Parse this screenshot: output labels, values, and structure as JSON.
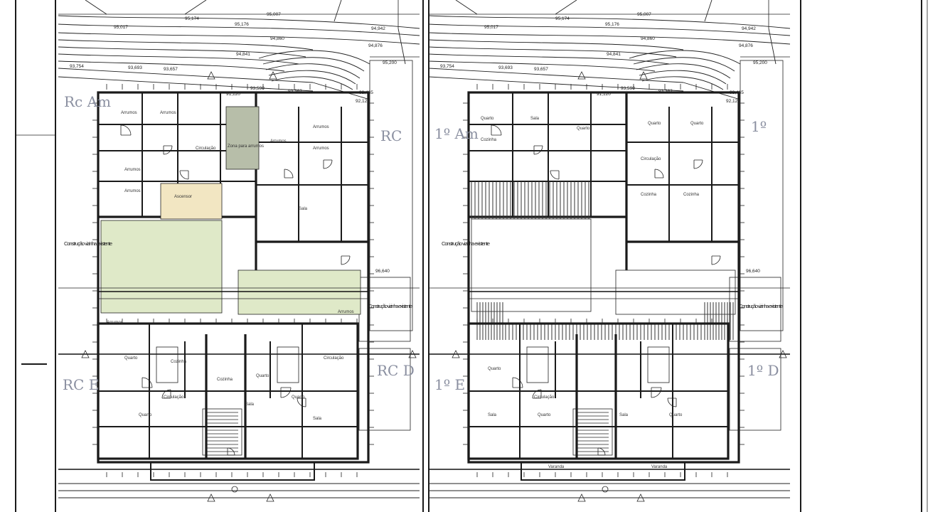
{
  "colors": {
    "green_area": "#dfe9c8",
    "dark_area": "#b7bea9",
    "paper": "#ffffff",
    "line": "#1a1a1a",
    "pencil": "#8a8fa0"
  },
  "sheets": [
    {
      "handwritten": {
        "top_left": "Rc Am",
        "top_right": "RC",
        "bottom_left": "RC E",
        "bottom_right": "RC D"
      },
      "neighbor_left": "Construção vizinha existente",
      "neighbor_right": "Construção vizinha existente",
      "elevations": [
        "95,174",
        "95,007",
        "95,017",
        "95,176",
        "94,942",
        "94,876",
        "94,860",
        "94,841",
        "93,754",
        "93,693",
        "93,657",
        "93,590",
        "93,362",
        "93,465",
        "95,200",
        "96,640",
        "92,120",
        "91,120"
      ],
      "room_labels": [
        "Arrumos",
        "Arrumos",
        "Circulação",
        "Zona para arrumos",
        "Arrumos",
        "Arrumos",
        "Arrumos",
        "Arrumos",
        "Arrumos",
        "Ascensor",
        "Sala",
        "Quarto",
        "Circulação",
        "Cozinha",
        "Sala",
        "Quarto",
        "Circulação",
        "Quarto",
        "Sala",
        "Quarto",
        "Cozinha",
        "Arrumos",
        "Arrumos"
      ]
    },
    {
      "handwritten": {
        "top_left": "1º Am",
        "top_right": "1º",
        "bottom_left": "1º E",
        "bottom_right": "1º D"
      },
      "neighbor_left": "Construção vizinha existente",
      "neighbor_right": "Construção vizinha existente",
      "elevations": [
        "95,174",
        "95,007",
        "95,017",
        "95,176",
        "94,942",
        "94,876",
        "94,860",
        "94,841",
        "93,754",
        "93,693",
        "93,657",
        "93,590",
        "93,362",
        "93,465",
        "95,200",
        "96,640",
        "92,120",
        "91,120"
      ],
      "room_labels": [
        "Quarto",
        "Cozinha",
        "Sala",
        "Quarto",
        "Quarto",
        "Quarto",
        "Circulação",
        "Cozinha",
        "Cozinha",
        "Quarto",
        "Sala",
        "Quarto",
        "Circulação",
        "Sala",
        "Quarto",
        "Varanda",
        "Varanda"
      ]
    }
  ]
}
